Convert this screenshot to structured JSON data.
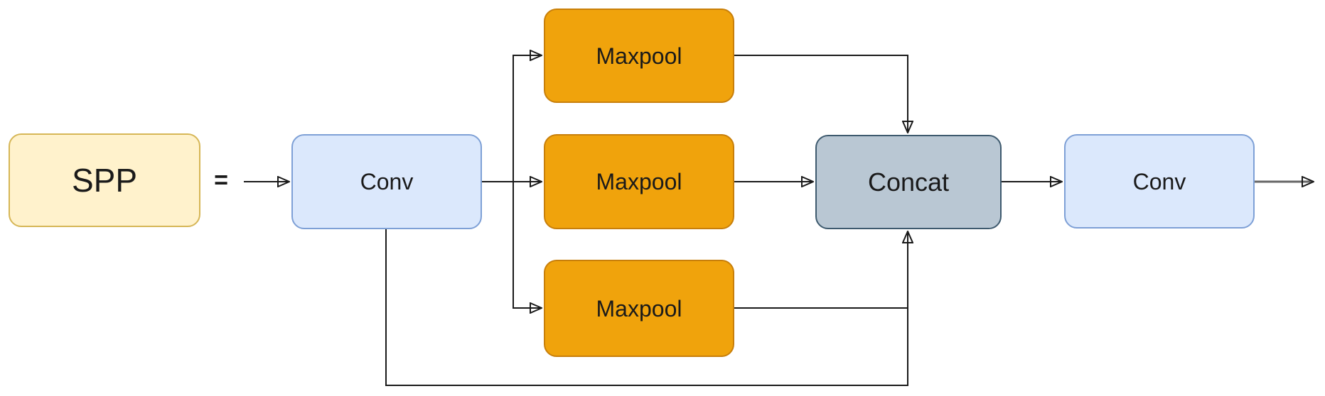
{
  "diagram": {
    "equals_sign": "=",
    "nodes": {
      "spp": {
        "label": "SPP"
      },
      "conv_in": {
        "label": "Conv"
      },
      "maxpool_top": {
        "label": "Maxpool"
      },
      "maxpool_middle": {
        "label": "Maxpool"
      },
      "maxpool_bottom": {
        "label": "Maxpool"
      },
      "concat": {
        "label": "Concat"
      },
      "conv_out": {
        "label": "Conv"
      }
    },
    "colors": {
      "spp-fill": "#FFF2CC",
      "spp-border": "#D6B656",
      "conv-fill": "#DBE8FC",
      "conv-border": "#7EA0D6",
      "maxpool-fill": "#F0A30C",
      "maxpool-border": "#C87F0A",
      "concat-fill": "#B9C7D3",
      "concat-border": "#3E5A6E",
      "arrow": "#1A1A1A",
      "arrow-out": "#666666",
      "text": "#1A1A1A"
    }
  }
}
